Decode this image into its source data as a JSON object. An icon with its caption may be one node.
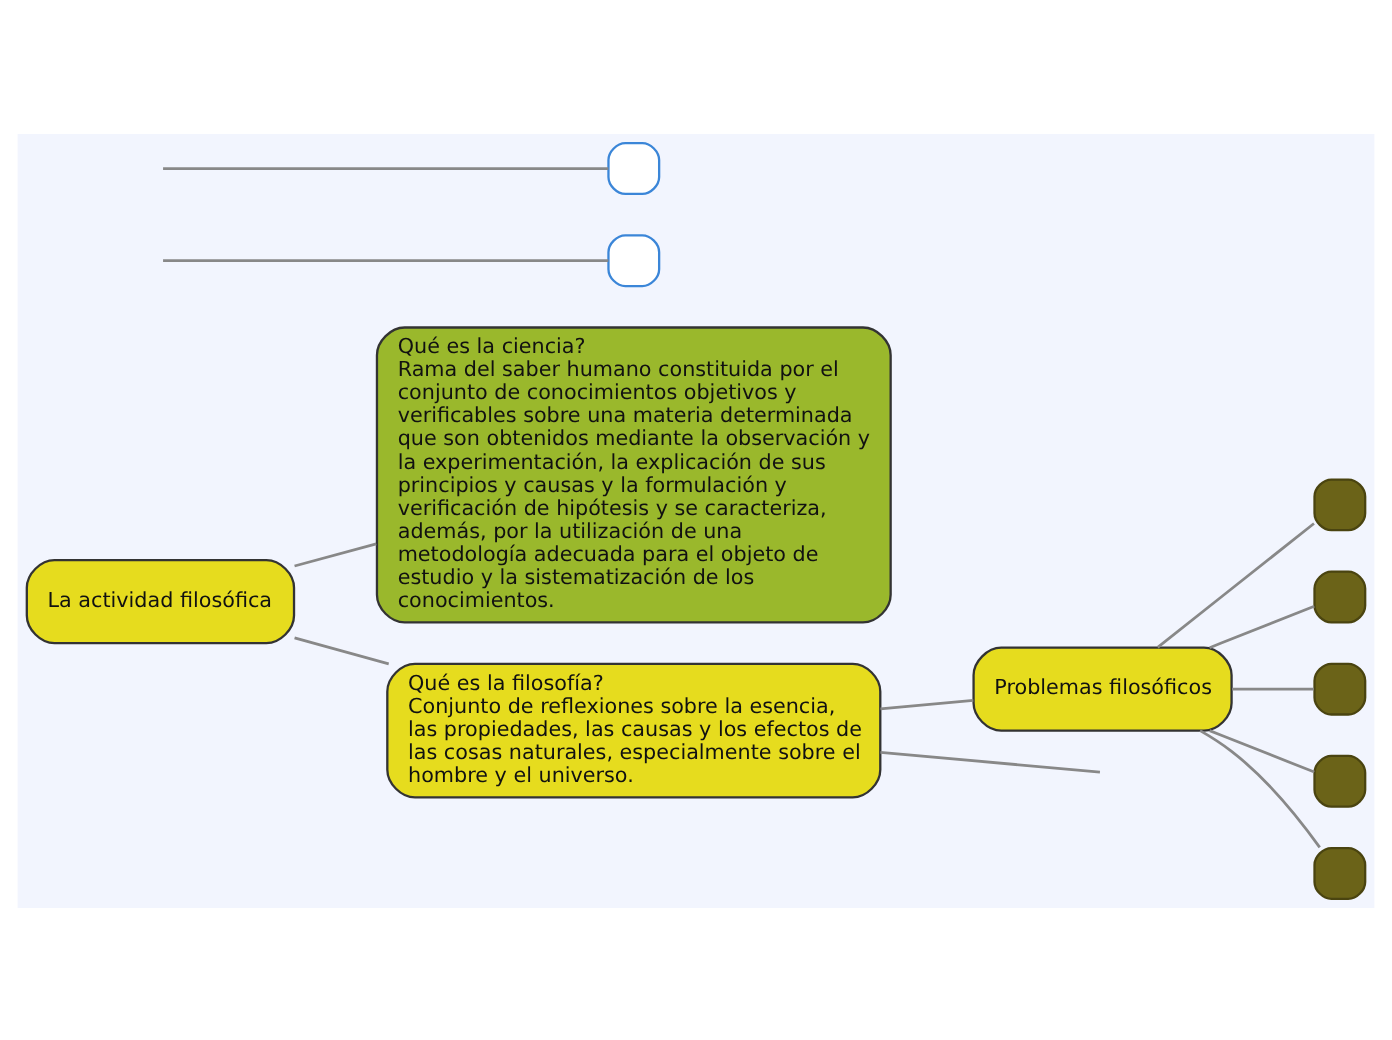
{
  "diagram": {
    "nodes": [
      {
        "text": [
          "Qué es la ciencia?",
          "Rama del saber humano constituida por el conjunto de conocimientos objetivos y verificables sobre una materia determinada que son obtenidos mediante la observación y la experimentación, la explicación de sus principios y causas y la formulación y verificación de hipótesis y se caracteriza, además, por la utilización de una metodología adecuada para el objeto de estudio y la sistematización de los conocimientos."
        ]
      },
      {
        "text": [
          "La actividad filosófica"
        ]
      },
      {
        "text": [
          "Problemas filosóficos"
        ]
      },
      {
        "text": [
          "Qué es la filosofía?",
          "Conjunto de reflexiones sobre la esencia, las propiedades, las causas y los efectos de las cosas naturales, especialmente sobre el hombre y el universo."
        ]
      },
      {
        "text": [],
        "shape": "box"
      },
      {
        "text": [],
        "shape": "box"
      },
      {
        "text": [],
        "shape": "box"
      },
      {
        "text": [],
        "shape": "box"
      },
      {
        "text": [],
        "shape": "box"
      },
      {
        "text": [],
        "shape": "box"
      },
      {
        "text": [],
        "shape": "box"
      }
    ],
    "edges": [
      {
        "from": 1,
        "to": 0,
        "arrow": "none"
      },
      {
        "from": 1,
        "to": 3,
        "arrow": "none"
      },
      {
        "from": 3,
        "to": 2,
        "arrow": "none"
      },
      {
        "from": 2,
        "to": 4,
        "arrow": "none"
      },
      {
        "from": 2,
        "to": 5,
        "arrow": "none"
      },
      {
        "from": 2,
        "to": 6,
        "arrow": "none"
      },
      {
        "from": 2,
        "to": 7,
        "arrow": "none"
      },
      {
        "from": 2,
        "to": 8,
        "arrow": "none"
      },
      {
        "from": 3,
        "to": null,
        "arrow": "none"
      },
      {
        "from": null,
        "to": 9,
        "arrow": "none"
      },
      {
        "from": null,
        "to": 10,
        "arrow": "none"
      }
    ]
  }
}
